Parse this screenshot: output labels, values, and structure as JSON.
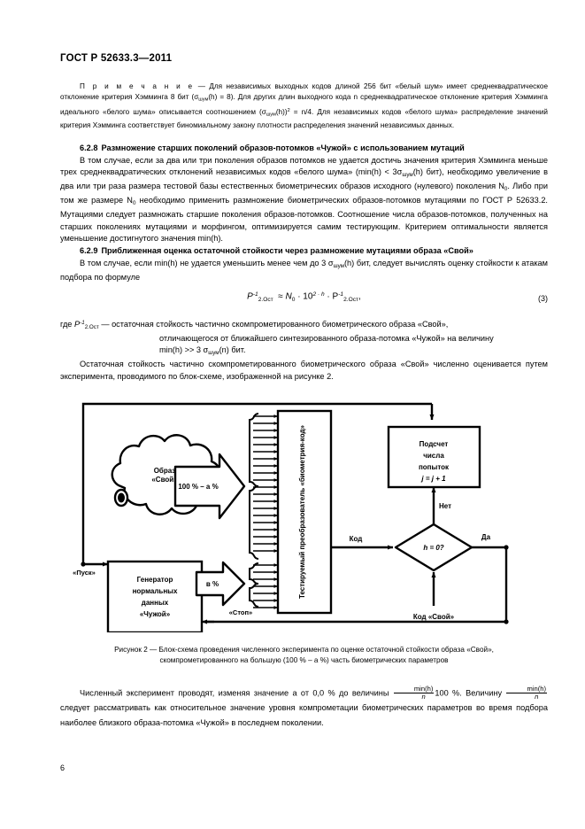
{
  "document": {
    "standard_header": "ГОСТ Р 52633.3—2011",
    "page_number": "6"
  },
  "note": {
    "label": "П р и м е ч а н и е",
    "dash": "—",
    "text_1": "Для независимых выходных кодов длиной 256 бит «белый шум» имеет среднеквадратическое отклонение критерия Хэмминга 8 бит (σ",
    "sub_1": "шум",
    "text_2": "(h) = 8). Для других длин выходного кода n среднеквадратическое отклонение критерия Хэмминга идеального «белого шума» описывается соотношением (σ",
    "sub_2": "шум",
    "text_3": "(h))",
    "sup_3": "2",
    "text_4": " = n/4. Для независимых кодов «белого шума» распределение значений критерия Хэмминга соответствует биномиальному закону плотности распределения значений независимых данных."
  },
  "clause_628": {
    "number": "6.2.8",
    "title": "Размножение старших поколений образов-потомков «Чужой» с использованием мутаций",
    "body_1": "В том случае, если за два или три поколения образов потомков не удается достичь значения критерия Хэмминга меньше трех среднеквадратических отклонений независимых кодов «белого шума» (min(h) < 3σ",
    "body_sub_1": "шум",
    "body_2": "(h) бит), необходимо увеличение в два или три раза размера тестовой базы естественных биометрических образов исходного (нулевого) поколения N",
    "body_sub_2": "0",
    "body_3": ". Либо при том же размере N",
    "body_sub_3": "0",
    "body_4": " необходимо применить размножение биометрических образов-потомков мутациями по ГОСТ Р 52633.2. Мутациями следует размножать старшие поколения образов-потомков. Соотношение числа образов-потомков, полученных на старших поколениях мутациями и морфингом, оптимизируется самим тестирующим. Критерием оптимальности является уменьшение достигнутого значения min(h)."
  },
  "clause_629": {
    "number": "6.2.9",
    "title": "Приближенная оценка остаточной стойкости через размножение мутациями образа «Свой»",
    "body_1": "В том случае, если min(h) не удается уменьшить менее чем до 3 σ",
    "body_sub_1": "шум",
    "body_2": "(h) бит, следует вычислять оценку стойкости к атакам подбора по формуле"
  },
  "formula": {
    "lhs_base": "P",
    "lhs_sup": "-1",
    "lhs_sub": "2.Ост",
    "operator": "≈",
    "rhs": "N",
    "rhs_sub": "0",
    "mult1": " · 10",
    "exp": "2 · h",
    "mult2": " · P",
    "rhs2_sup": "-1",
    "rhs2_sub": "2.Ост",
    "comma": ",",
    "number": "(3)"
  },
  "where_block": {
    "lead": "где",
    "symbol_base": "P",
    "symbol_sup": "-1",
    "symbol_sub": "2.Ост",
    "dash": "—",
    "definition": "остаточная стойкость частично скомпрометированного биометрического образа «Свой»,",
    "continuation_1": "отличающегося от ближайшего синтезированного образа-потомка «Чужой» на величину",
    "continuation_2_pre": "min(h) >> 3 σ",
    "continuation_2_sub": "шум",
    "continuation_2_post": "(n) бит."
  },
  "para_after": "Остаточная стойкость частично скомпрометированного биометрического образа «Свой» численно оценивается путем эксперимента, проводимого по блок-схеме, изображенной на рисунке 2.",
  "figure": {
    "caption_line_1": "Рисунок  2 — Блок-схема проведения численного эксперимента по оценке остаточной стойкости образа «Свой»,",
    "caption_line_2": "скомпрометированного на большую (100 % – a %) часть биометрических параметров",
    "nodes": {
      "cloud_label_1": "Образ",
      "cloud_label_2": "«Свой»",
      "arrow_top_label": "100 % – a %",
      "generator_line_1": "Генератор",
      "generator_line_2": "нормальных",
      "generator_line_3": "данных",
      "generator_line_4": "«Чужой»",
      "arrow_bottom_label": "в %",
      "converter_label": "Тестируемый преобразователь «биометрия-код»",
      "counter_line_1": "Подсчет",
      "counter_line_2": "числа",
      "counter_line_3": "попыток",
      "counter_line_4": "j = j + 1",
      "decision_label": "h = 0?",
      "code_label": "Код",
      "own_code_label": "Код «Свой»",
      "yes_label": "Да",
      "no_label": "Нет",
      "start_label": "«Пуск»",
      "stop_label": "«Стоп»"
    }
  },
  "final_text": {
    "part_1": "Численный эксперимент проводят, изменяя значение a от 0,0 % до величины",
    "frac_num": "min(h)",
    "frac_den": "n",
    "part_2": "100 %. Величину",
    "part_3": "следует рассматривать как относительное значение уровня компрометации биометрических параметров во время подбора наиболее близкого образа-потомка «Чужой» в последнем поколении."
  },
  "colors": {
    "ink": "#000000",
    "paper": "#ffffff"
  }
}
